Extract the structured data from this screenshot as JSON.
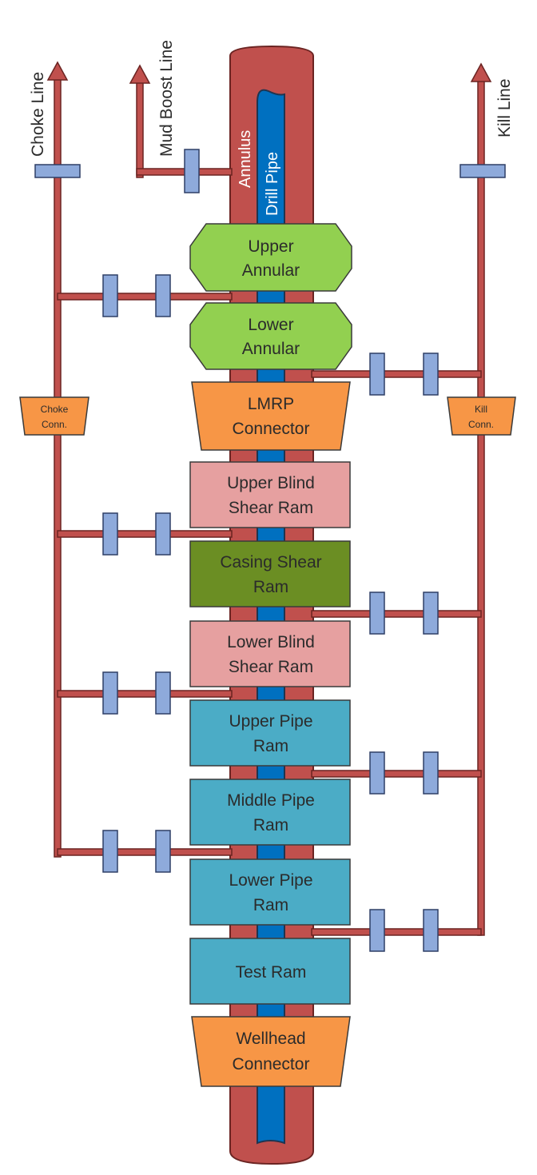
{
  "lines": {
    "choke": "Choke Line",
    "mud_boost": "Mud Boost Line",
    "kill": "Kill Line"
  },
  "bore": {
    "annulus": "Annulus",
    "drill_pipe": "Drill Pipe"
  },
  "connectors": {
    "choke": [
      "Choke",
      "Conn."
    ],
    "kill": [
      "Kill",
      "Conn."
    ]
  },
  "stack": [
    {
      "id": "upper-annular",
      "lines": [
        "Upper",
        "Annular"
      ],
      "type": "annular"
    },
    {
      "id": "lower-annular",
      "lines": [
        "Lower",
        "Annular"
      ],
      "type": "annular"
    },
    {
      "id": "lmrp-connector",
      "lines": [
        "LMRP",
        "Connector"
      ],
      "type": "connector"
    },
    {
      "id": "upper-blind-shear-ram",
      "lines": [
        "Upper Blind",
        "Shear Ram"
      ],
      "type": "blind-shear"
    },
    {
      "id": "casing-shear-ram",
      "lines": [
        "Casing Shear",
        "Ram"
      ],
      "type": "casing-shear"
    },
    {
      "id": "lower-blind-shear-ram",
      "lines": [
        "Lower Blind",
        "Shear Ram"
      ],
      "type": "blind-shear"
    },
    {
      "id": "upper-pipe-ram",
      "lines": [
        "Upper Pipe",
        "Ram"
      ],
      "type": "pipe-ram"
    },
    {
      "id": "middle-pipe-ram",
      "lines": [
        "Middle Pipe",
        "Ram"
      ],
      "type": "pipe-ram"
    },
    {
      "id": "lower-pipe-ram",
      "lines": [
        "Lower Pipe",
        "Ram"
      ],
      "type": "pipe-ram"
    },
    {
      "id": "test-ram",
      "lines": [
        "Test Ram"
      ],
      "type": "pipe-ram"
    },
    {
      "id": "wellhead-connector",
      "lines": [
        "Wellhead",
        "Connector"
      ],
      "type": "connector"
    }
  ],
  "colors": {
    "pipe": "#c0504d",
    "pipe_outline": "#6b2422",
    "drill_pipe": "#0070c0",
    "valve": "#8eaadb",
    "valve_outline": "#2f3f66",
    "annular": "#92d050",
    "connector": "#f79646",
    "blind_shear": "#e6a0a0",
    "casing_shear": "#6b8e23",
    "pipe_ram": "#4bacc6",
    "outline": "#3a3a3a"
  }
}
